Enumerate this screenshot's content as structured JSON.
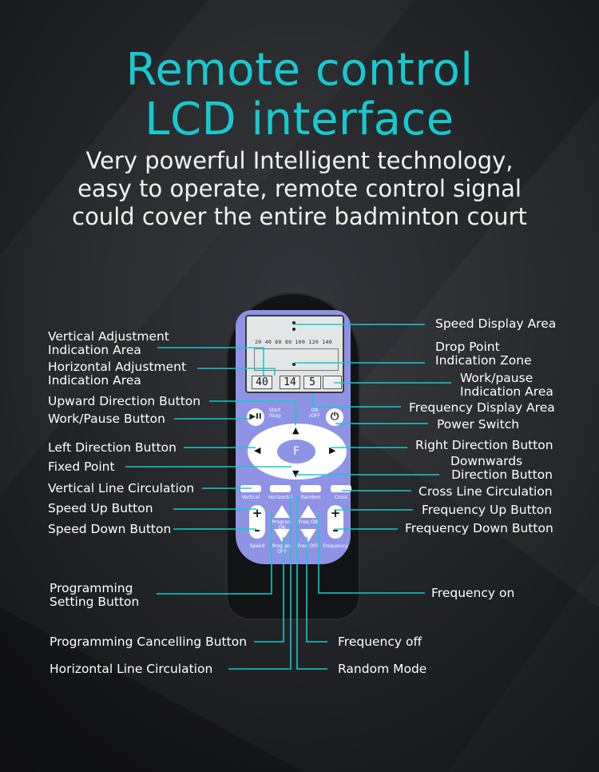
{
  "title": {
    "line1": "Remote control",
    "line2": "LCD interface"
  },
  "subtitle": {
    "line1": "Very powerful Intelligent technology,",
    "line2": "easy to operate, remote control signal",
    "line3": "could cover the entire badminton court"
  },
  "left_labels": {
    "vertical_adjustment": [
      "Vertical Adjustment",
      "Indication Area"
    ],
    "horizontal_adjustment": [
      "Horizontal Adjustment",
      "Indication Area"
    ],
    "upward_direction": "Upward Direction Button",
    "work_pause": "Work/Pause Button",
    "left_direction": "Left Direction Button",
    "fixed_point": "Fixed Point",
    "vertical_line": "Vertical Line Circulation",
    "speed_up": "Speed Up Button",
    "speed_down": "Speed Down Button",
    "programming_setting": [
      "Programming",
      "Setting Button"
    ],
    "programming_cancelling": "Programming Cancelling Button",
    "horizontal_line": "Horizontal Line Circulation"
  },
  "right_labels": {
    "speed_display": "Speed Display Area",
    "drop_point": [
      "Drop Point",
      "Indication Zone"
    ],
    "work_pause_indication": [
      "Work/pause",
      "Indication Area"
    ],
    "frequency_display": "Frequency Display Area",
    "power_switch": "Power Switch",
    "right_direction": "Right Direction Button",
    "downwards": [
      "Downwards",
      "Direction Button"
    ],
    "cross_line": "Cross Line Circulation",
    "frequency_up": "Frequency Up Button",
    "frequency_down": "Frequency Down Button",
    "frequency_on": "Frequency on",
    "frequency_off": "Frequency off",
    "random_mode": "Random Mode"
  },
  "remote": {
    "lcd_scale": "20 40 60 80 100 120 140",
    "seg_left": "40",
    "seg_mid": "14",
    "seg_right": "5",
    "start_stop": [
      "Start",
      "/Stop"
    ],
    "on_off": [
      "ON",
      "/OFF"
    ],
    "center_key": "F",
    "pill_labels": [
      "Vertical",
      "Horizontal",
      "Random",
      "Cross"
    ],
    "speed": "Speed",
    "frequency": "Frequency",
    "program_on": "Program ON",
    "program_off": "Program OFF",
    "freq_on": "Freq ON",
    "freq_off": "Freq OFF",
    "plus": "+",
    "minus": "–",
    "play_pause": "▶II",
    "power": "⏻",
    "accent": "#17c9cf",
    "face_color": "#8f93e6"
  }
}
